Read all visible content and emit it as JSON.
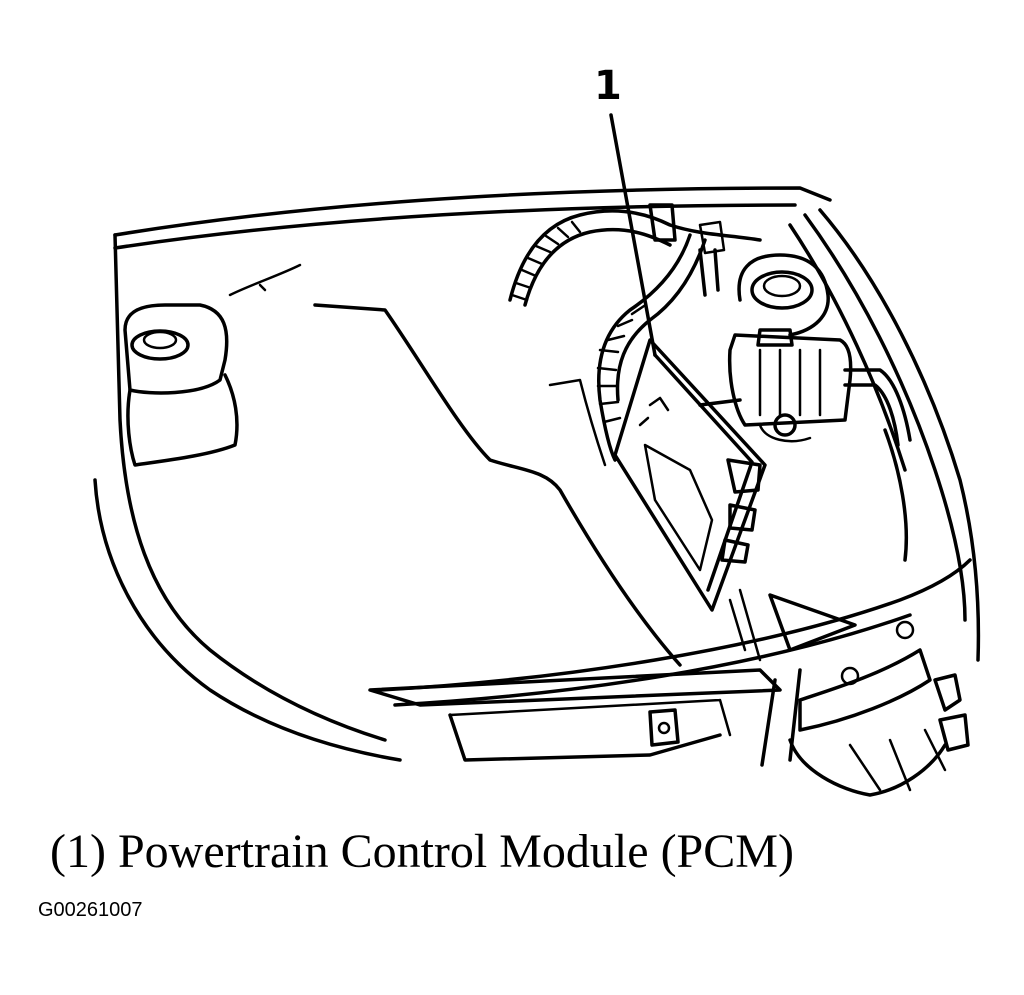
{
  "callout": {
    "number": "1"
  },
  "caption": {
    "text": "(1) Powertrain Control Module (PCM)"
  },
  "figure_code": "G00261007",
  "components": [
    {
      "id": "1",
      "name": "powertrain-control-module",
      "icon": "pcm-module-icon"
    }
  ],
  "colors": {
    "ink": "#000000",
    "background": "#ffffff"
  }
}
